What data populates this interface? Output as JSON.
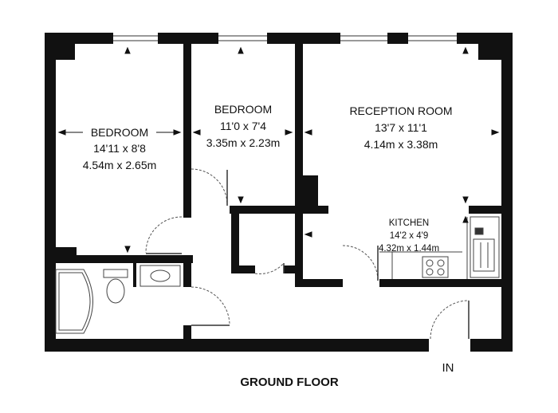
{
  "rooms": {
    "bedroom_left": {
      "name": "BEDROOM",
      "imperial": "14'11 x 8'8",
      "metric": "4.54m x 2.65m"
    },
    "bedroom_middle": {
      "name": "BEDROOM",
      "imperial": "11'0 x 7'4",
      "metric": "3.35m x 2.23m"
    },
    "reception": {
      "name": "RECEPTION ROOM",
      "imperial": "13'7 x 11'1",
      "metric": "4.14m x 3.38m"
    },
    "kitchen": {
      "name": "KITCHEN",
      "imperial": "14'2 x 4'9",
      "metric": "4.32m x 1.44m"
    }
  },
  "entrance_label": "IN",
  "floor_label": "GROUND FLOOR"
}
